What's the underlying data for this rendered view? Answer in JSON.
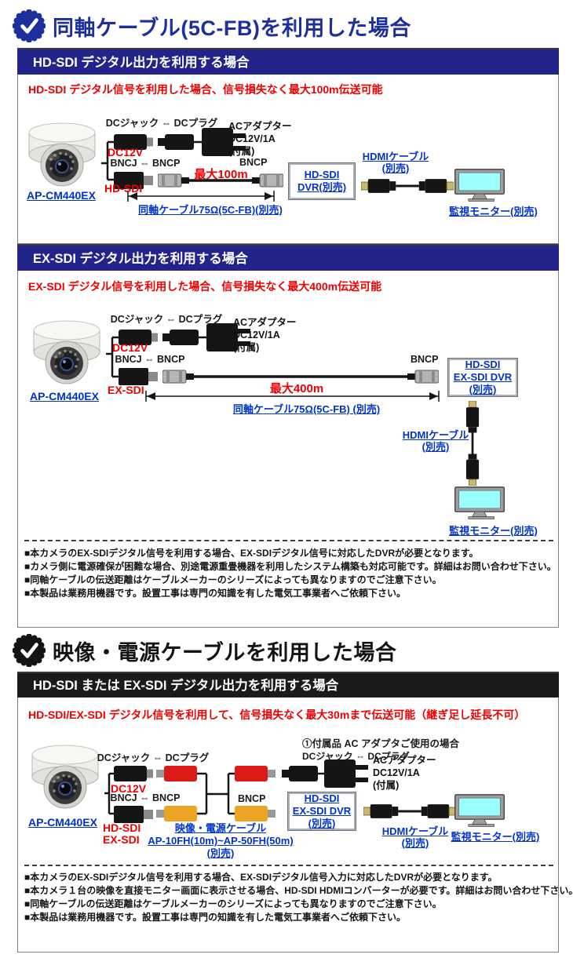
{
  "colors": {
    "navy": "#23238c",
    "bar_black": "#1b1b1b",
    "title_blue": "#1c2f9c",
    "red": "#ee0000",
    "link": "#0033cc",
    "screen": "#99ffff",
    "conn_red": "#dd1a1a",
    "conn_yellow": "#eca522"
  },
  "section_coax": {
    "title": "同軸ケーブル(5C-FB)を利用した場合",
    "hdsdi_panel": {
      "bar_title": "HD-SDI デジタル出力を利用する場合",
      "red_note": "HD-SDI デジタル信号を利用した場合、信号損失なく最大100m伝送可能",
      "camera_model": "AP-CM440EX",
      "dc_label": "DCジャック ⇔ DCプラグ",
      "dc12v": "DC12V",
      "ac_line1": "ACアダプター",
      "ac_line2": "DC12V/1A",
      "ac_line3": "(付属)",
      "bnc_label": "BNCJ ⇔ BNCP",
      "signal_label": "HD-SDI",
      "bncp_label": "BNCP",
      "max_distance": "最大100m",
      "coax_link": "同軸ケーブル75Ω(5C-FB)(別売)",
      "dvr_line1": "HD-SDI",
      "dvr_line2": "DVR(別売)",
      "hdmi_line1": "HDMIケーブル",
      "hdmi_line2": "(別売)",
      "monitor_label": "監視モニター(別売)"
    },
    "exsdi_panel": {
      "bar_title": "EX-SDI デジタル出力を利用する場合",
      "red_note": "EX-SDI デジタル信号を利用した場合、信号損失なく最大400m伝送可能",
      "camera_model": "AP-CM440EX",
      "dc_label": "DCジャック ⇔ DCプラグ",
      "dc12v": "DC12V",
      "ac_line1": "ACアダプター",
      "ac_line2": "DC12V/1A",
      "ac_line3": "(付属)",
      "bnc_label": "BNCJ ⇔ BNCP",
      "signal_label": "EX-SDI",
      "bncp_label": "BNCP",
      "max_distance": "最大400m",
      "coax_link": "同軸ケーブル75Ω(5C-FB) (別売)",
      "dvr_line1": "HD-SDI",
      "dvr_line2": "EX-SDI DVR",
      "dvr_line3": "(別売)",
      "hdmi_line1": "HDMIケーブル",
      "hdmi_line2": "(別売)",
      "monitor_label": "監視モニター(別売)",
      "notes": [
        "■本カメラのEX-SDIデジタル信号を利用する場合、EX-SDIデジタル信号に対応したDVRが必要となります。",
        "■カメラ側に電源確保が困難な場合、別途電源重畳機器を利用したシステム構築も対応可能です。詳細はお問い合わせ下さい。",
        "■同軸ケーブルの伝送距離はケーブルメーカーのシリーズによっても異なりますのでご注意下さい。",
        "■本製品は業務用機器です。設置工事は専門の知識を有した電気工事業者へご依頼下さい。"
      ]
    }
  },
  "section_avpower": {
    "title": "映像・電源ケーブルを利用した場合",
    "panel": {
      "bar_title": "HD-SDI または EX-SDI デジタル出力を利用する場合",
      "red_note": "HD-SDI/EX-SDI デジタル信号を利用して、信号損失なく最大30mまで伝送可能（継ぎ足し延長不可）",
      "camera_model": "AP-CM440EX",
      "dc_label": "DCジャック ⇔ DCプラグ",
      "dc12v": "DC12V",
      "ac_case_label": "①付属品 AC アダプタご使用の場合",
      "dc_label2": "DCジャック ⇔ DCプラグ",
      "ac_line1": "ACアダプター",
      "ac_line2": "DC12V/1A",
      "ac_line3": "(付属)",
      "bnc_label": "BNCJ ⇔ BNCP",
      "signal_line1": "HD-SDI",
      "signal_line2": "EX-SDI",
      "bncp_label": "BNCP",
      "cable_link1": "映像・電源ケーブル",
      "cable_link2": "AP-10FH(10m)~AP-50FH(50m)",
      "cable_link3": "(別売)",
      "dvr_line1": "HD-SDI",
      "dvr_line2": "EX-SDI DVR",
      "dvr_line3": "(別売)",
      "hdmi_line1": "HDMIケーブル",
      "hdmi_line2": "(別売)",
      "monitor_label": "監視モニター(別売)",
      "notes": [
        "■本カメラのEX-SDIデジタル信号を利用する場合、EX-SDIデジタル信号入力に対応したDVRが必要となります。",
        "■本カメラ１台の映像を直接モニター画面に表示させる場合、HD-SDI HDMIコンバーターが必要です。詳細はお問い合わせ下さい。",
        "■同軸ケーブルの伝送距離はケーブルメーカーのシリーズによっても異なりますのでご注意下さい。",
        "■本製品は業務用機器です。設置工事は専門の知識を有した電気工事業者へご依頼下さい。"
      ]
    }
  }
}
